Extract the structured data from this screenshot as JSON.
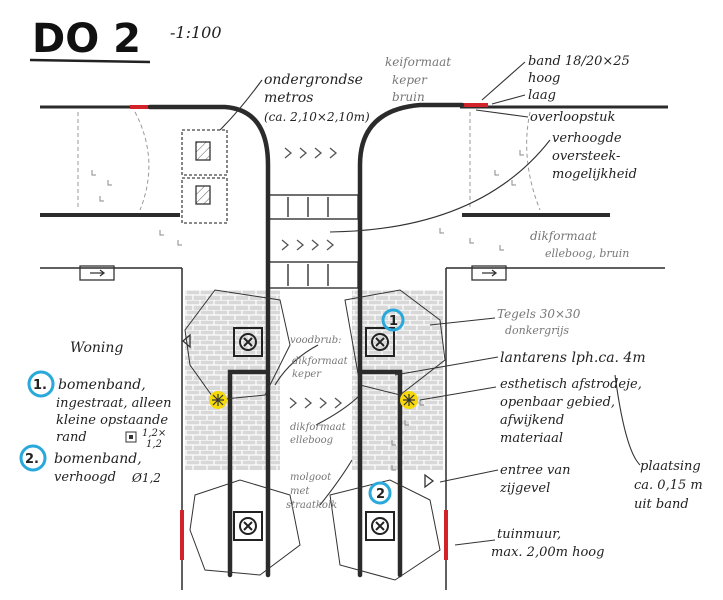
{
  "title": "DO 2",
  "scale": "-1:100",
  "colors": {
    "ink": "#2b2b2b",
    "red": "#d2232a",
    "yellow": "#f5d90a",
    "blue": "#29a8dc",
    "paving": "#bcbcbc"
  },
  "annotations": {
    "metros_line1": "ondergrondse",
    "metros_line2": "metros",
    "metros_line3": "(ca. 2,10×2,10m)",
    "kei_formaat": "keiformaat",
    "kei_keper": "keper",
    "kei_bruin": "bruin",
    "band_line1": "band 18/20×25",
    "band_line2": "hoog",
    "band_line3": "laag",
    "overloopstuk": "overloopstuk",
    "verhoogde_line1": "verhoogde",
    "verhoogde_line2": "oversteek-",
    "verhoogde_line3": "mogelijkheid",
    "dikformaat_line1": "dikformaat",
    "dikformaat_line2": "elleboog, bruin",
    "tegels_line1": "Tegels 30×30",
    "tegels_line2": "donkergrijs",
    "lantarens": "lantarens lph.ca. 4m",
    "esthetisch_line1": "esthetisch afstrodeje,",
    "esthetisch_line2": "openbaar gebied,",
    "esthetisch_line3": "afwijkend",
    "esthetisch_line4": "materiaal",
    "plaatsing_line1": "plaatsing",
    "plaatsing_line2": "ca. 0,15 m",
    "plaatsing_line3": "uit band",
    "entree_line1": "entree van",
    "entree_line2": "zijgevel",
    "tuinmuur_line1": "tuinmuur,",
    "tuinmuur_line2": "max. 2,00m hoog",
    "woning": "Woning",
    "voodbrub": "voodbrub:",
    "dikformaat_keper_line1": "dikformaat",
    "dikformaat_keper_line2": "keper",
    "dikformaat_elleboog_line1": "dikformaat",
    "dikformaat_elleboog_line2": "elleboog",
    "molgoot_line1": "molgoot",
    "molgoot_line2": "met",
    "molgoot_line3": "straatkolk",
    "dim_a": "1,2×",
    "dim_b": "1,2",
    "dim_c": "Ø1,2"
  },
  "legend": [
    {
      "number": "1.",
      "line1": "bomenband,",
      "line2": "ingestraat, alleen",
      "line3": "kleine opstaande",
      "line4": "rand"
    },
    {
      "number": "2.",
      "line1": "bomenband,",
      "line2": "verhoogd"
    }
  ],
  "markers": [
    {
      "number": "1"
    },
    {
      "number": "2"
    }
  ]
}
